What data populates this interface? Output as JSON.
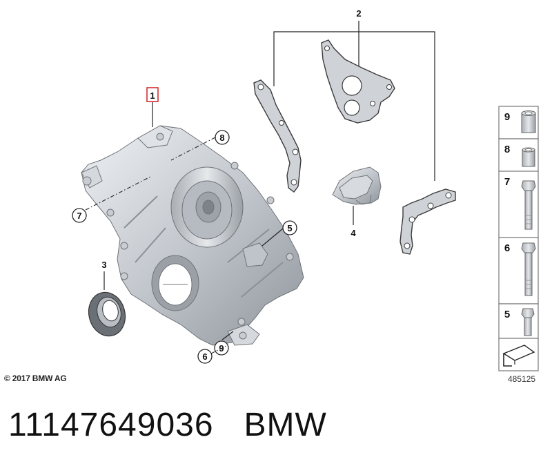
{
  "callouts": {
    "c1": "1",
    "c2": "2",
    "c3": "3",
    "c4": "4",
    "c5": "5",
    "c6": "6",
    "c7": "7",
    "c8": "8",
    "c9": "9"
  },
  "side_panel": {
    "items": [
      "9",
      "8",
      "7",
      "6",
      "5"
    ]
  },
  "footer": {
    "copyright": "© 2017 BMW AG",
    "diagram_id": "485125",
    "part_number": "11147649036",
    "brand": "BMW"
  },
  "colors": {
    "metal_light": "#e3e6ea",
    "metal_mid": "#b9bec4",
    "metal_dark": "#8d9298",
    "highlight_box": "#d32f2f"
  }
}
